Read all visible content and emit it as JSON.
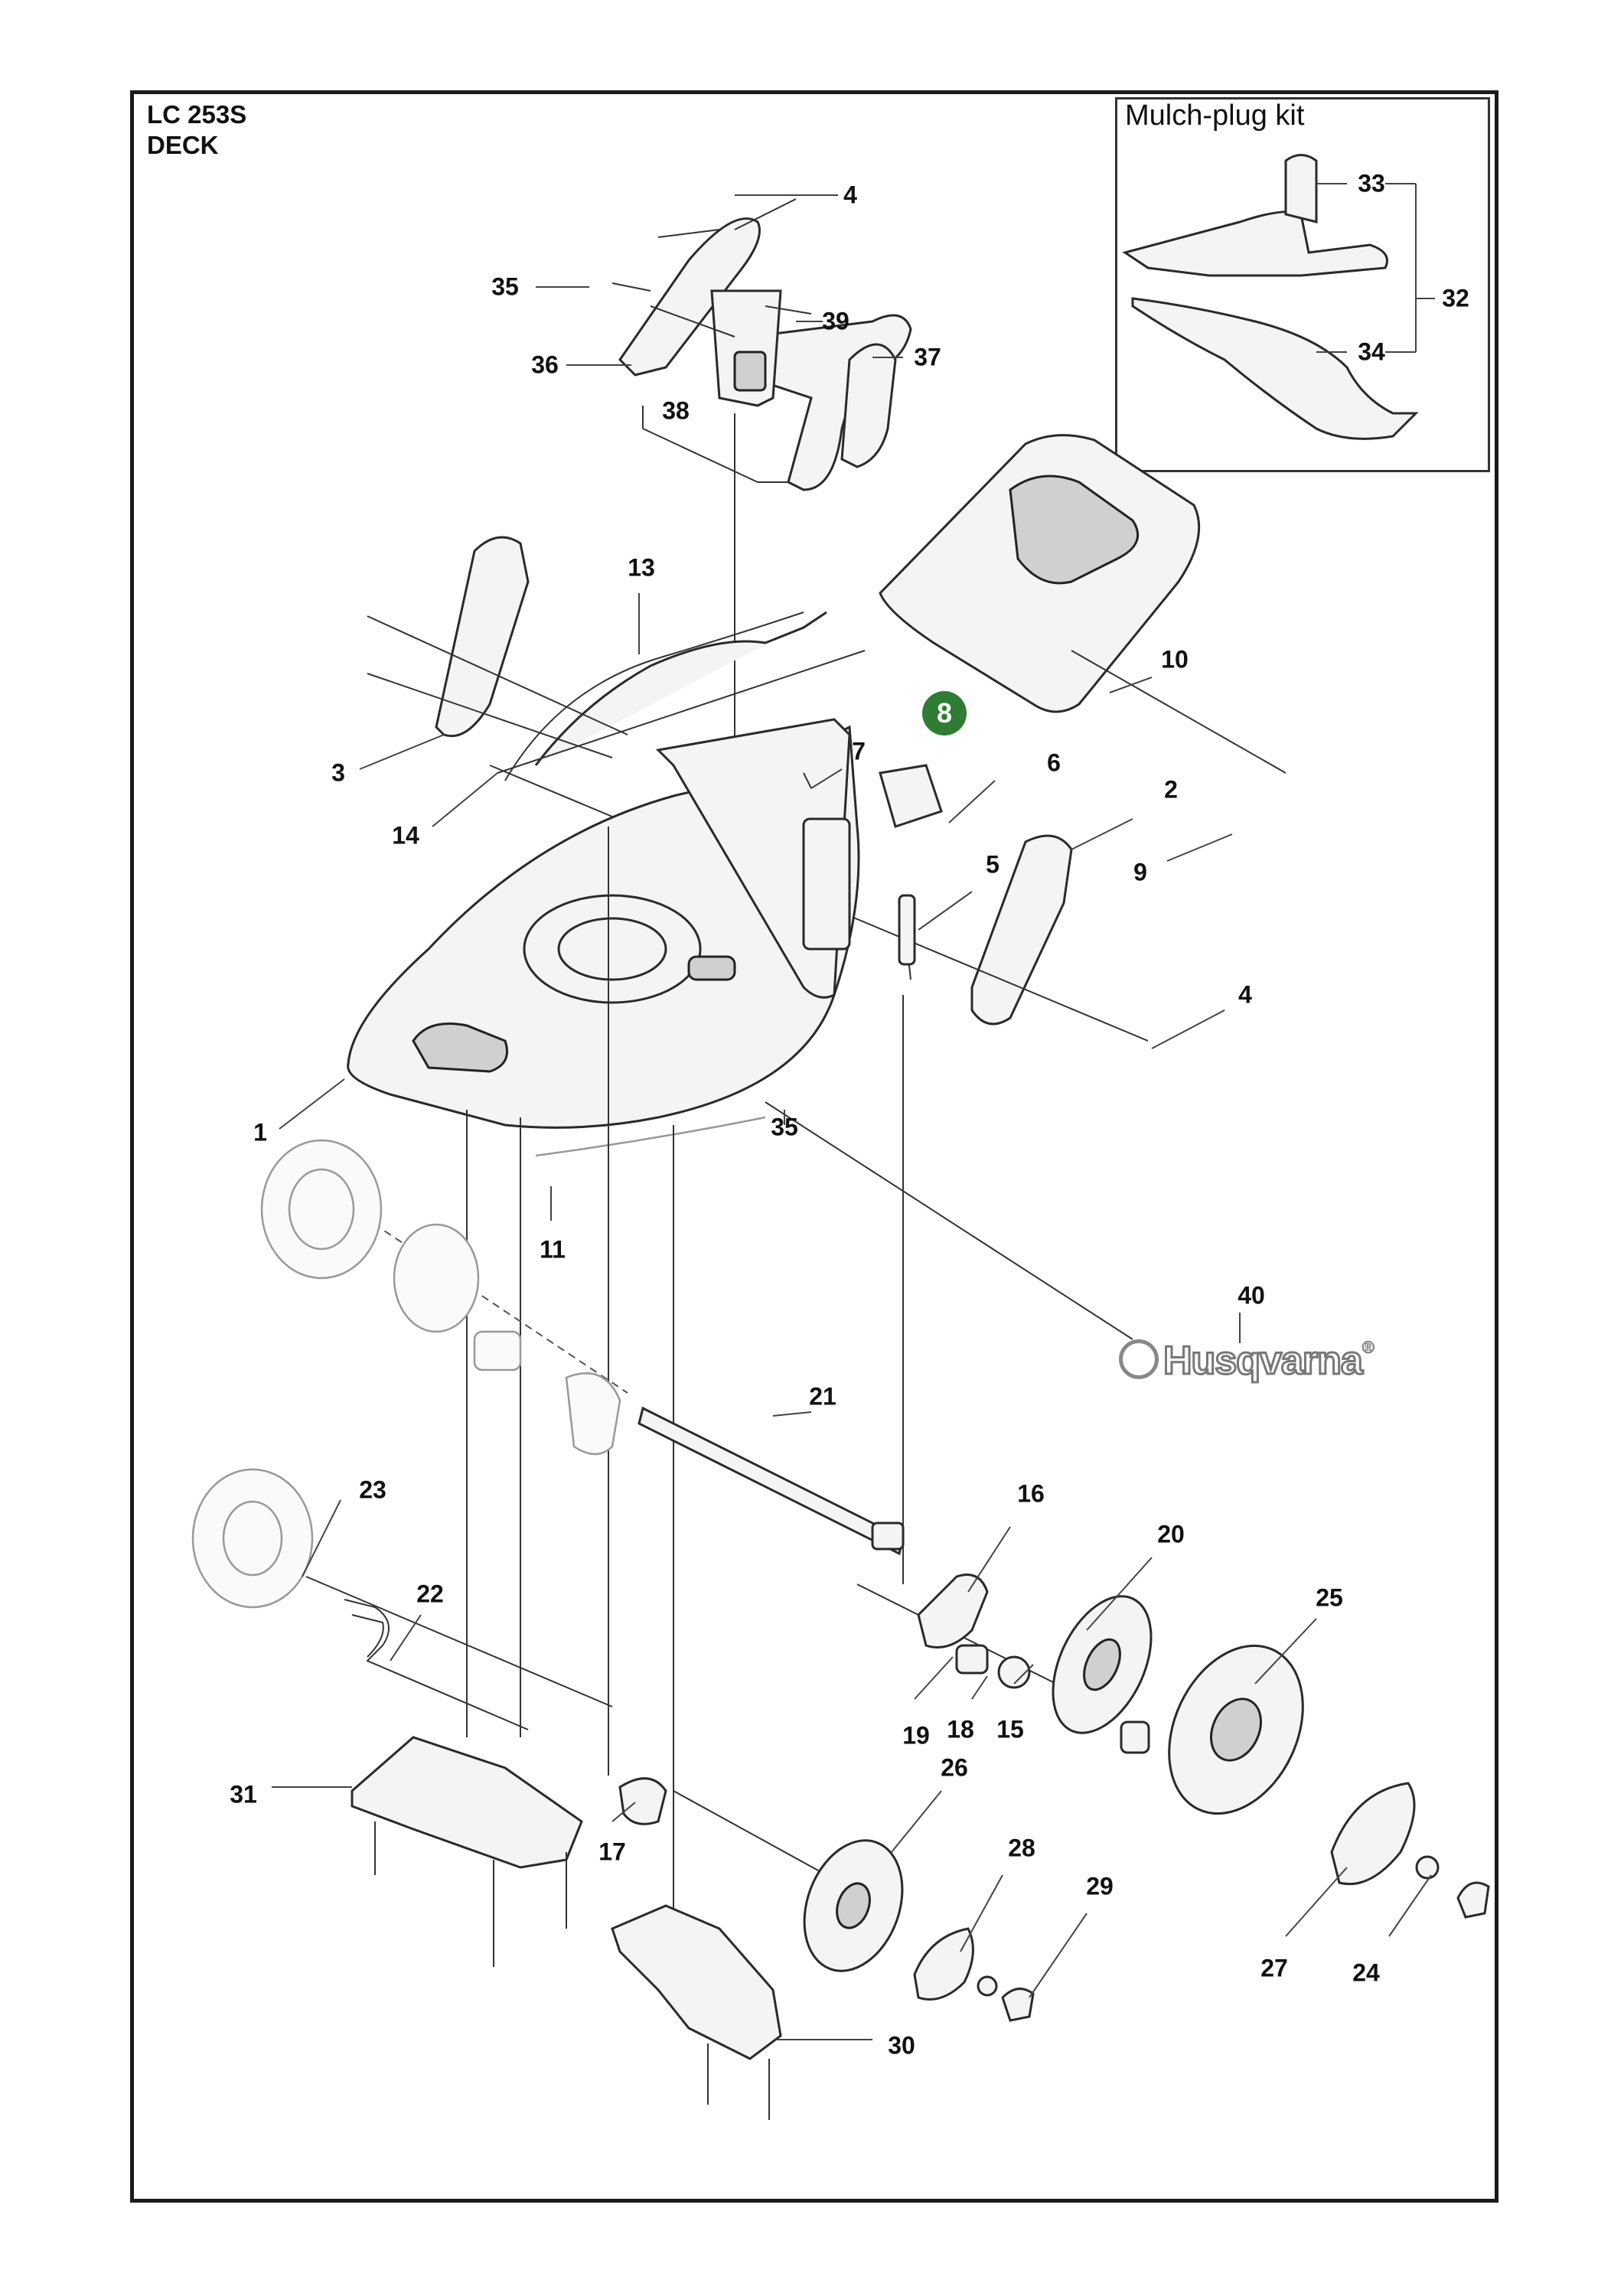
{
  "header": {
    "model": "LC 253S",
    "section": "DECK"
  },
  "kit": {
    "title": "Mulch-plug kit"
  },
  "highlight": {
    "label": "8",
    "color": "#2f7d32"
  },
  "brand": {
    "wordmark": "Husqvarna",
    "symbol": "®"
  },
  "callouts": [
    {
      "id": "4a",
      "label": "4"
    },
    {
      "id": "35a",
      "label": "35"
    },
    {
      "id": "39",
      "label": "39"
    },
    {
      "id": "36",
      "label": "36"
    },
    {
      "id": "37",
      "label": "37"
    },
    {
      "id": "38",
      "label": "38"
    },
    {
      "id": "33",
      "label": "33"
    },
    {
      "id": "32",
      "label": "32"
    },
    {
      "id": "34",
      "label": "34"
    },
    {
      "id": "13",
      "label": "13"
    },
    {
      "id": "10",
      "label": "10"
    },
    {
      "id": "3",
      "label": "3"
    },
    {
      "id": "7",
      "label": "7"
    },
    {
      "id": "6",
      "label": "6"
    },
    {
      "id": "2",
      "label": "2"
    },
    {
      "id": "14",
      "label": "14"
    },
    {
      "id": "9",
      "label": "9"
    },
    {
      "id": "5",
      "label": "5"
    },
    {
      "id": "4b",
      "label": "4"
    },
    {
      "id": "1",
      "label": "1"
    },
    {
      "id": "35b",
      "label": "35"
    },
    {
      "id": "11",
      "label": "11"
    },
    {
      "id": "40",
      "label": "40"
    },
    {
      "id": "21",
      "label": "21"
    },
    {
      "id": "23",
      "label": "23"
    },
    {
      "id": "16",
      "label": "16"
    },
    {
      "id": "20",
      "label": "20"
    },
    {
      "id": "22",
      "label": "22"
    },
    {
      "id": "25",
      "label": "25"
    },
    {
      "id": "19",
      "label": "19"
    },
    {
      "id": "18",
      "label": "18"
    },
    {
      "id": "15",
      "label": "15"
    },
    {
      "id": "31",
      "label": "31"
    },
    {
      "id": "26",
      "label": "26"
    },
    {
      "id": "17",
      "label": "17"
    },
    {
      "id": "28",
      "label": "28"
    },
    {
      "id": "29",
      "label": "29"
    },
    {
      "id": "27",
      "label": "27"
    },
    {
      "id": "24",
      "label": "24"
    },
    {
      "id": "30",
      "label": "30"
    }
  ]
}
